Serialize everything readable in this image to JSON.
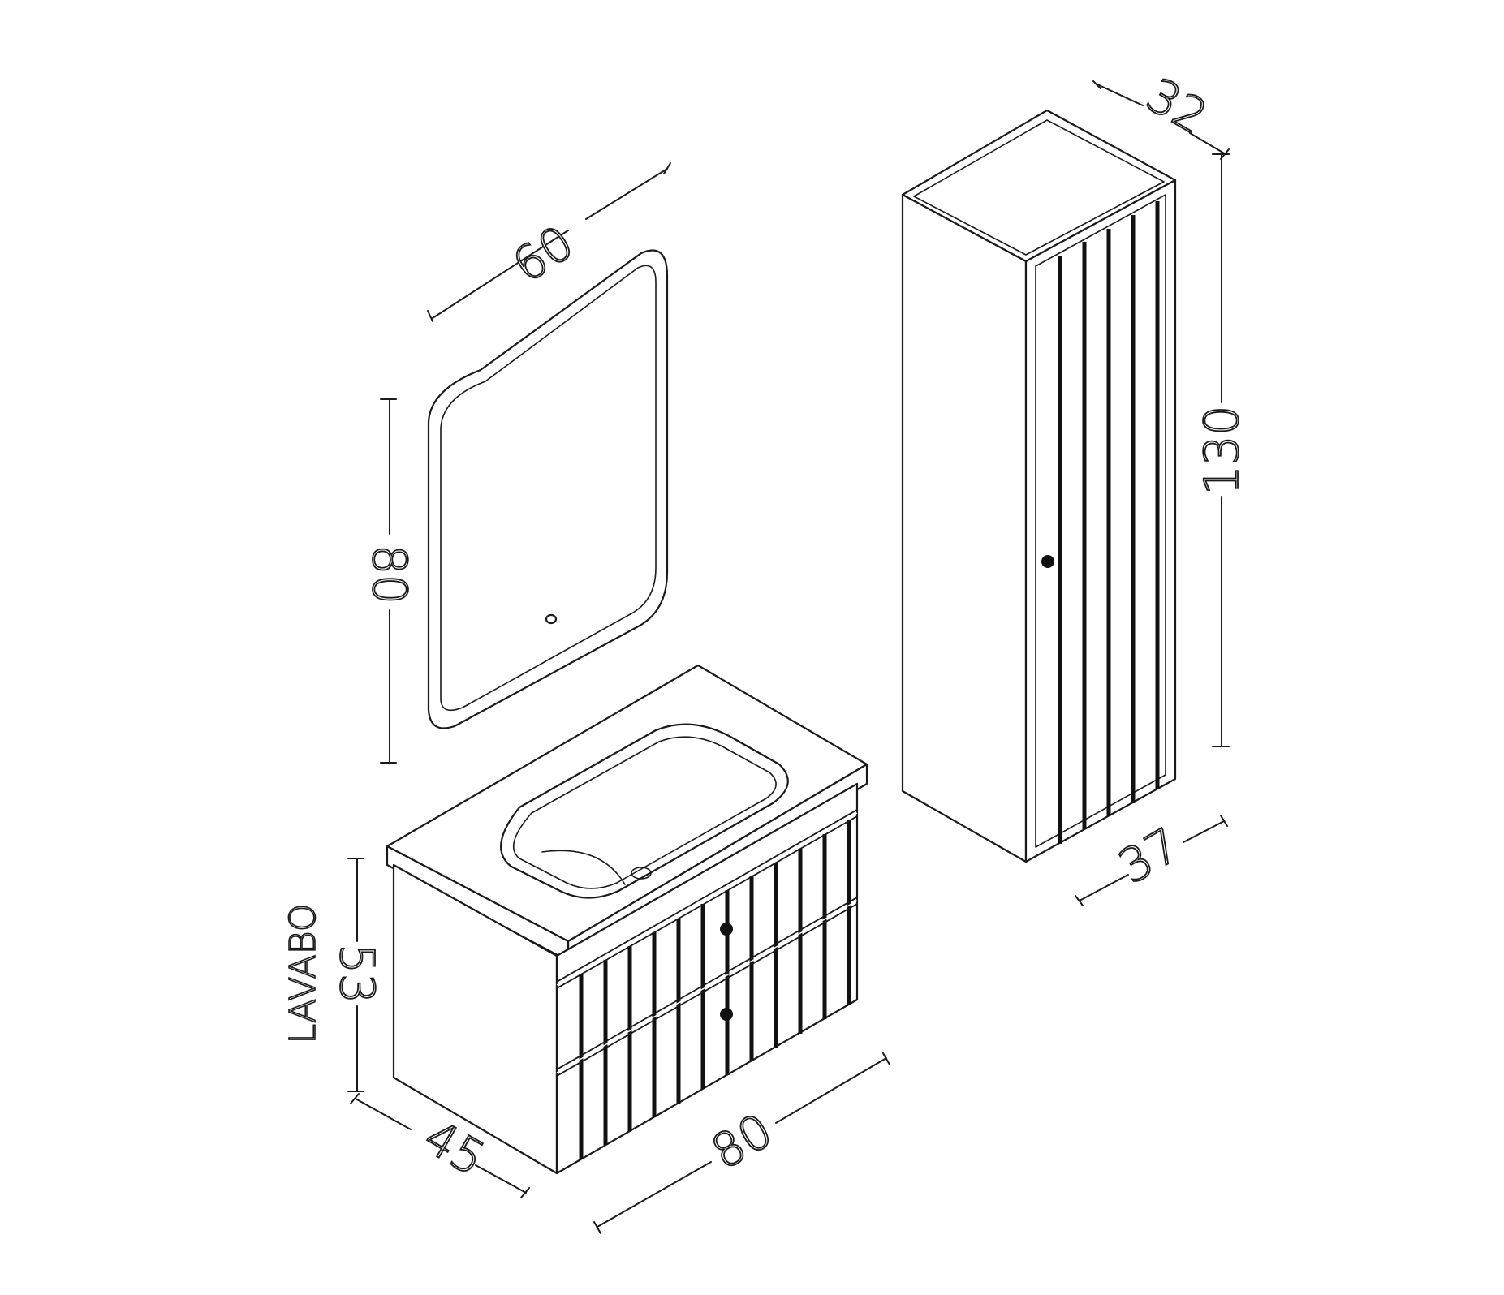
{
  "dimensions": {
    "mirror_width": "60",
    "mirror_height": "80",
    "tall_cabinet_depth": "32",
    "tall_cabinet_height": "130",
    "tall_cabinet_width": "37",
    "vanity_height": "53",
    "vanity_depth": "45",
    "vanity_width": "80"
  },
  "labels": {
    "vanity_label": "LAVABO"
  }
}
